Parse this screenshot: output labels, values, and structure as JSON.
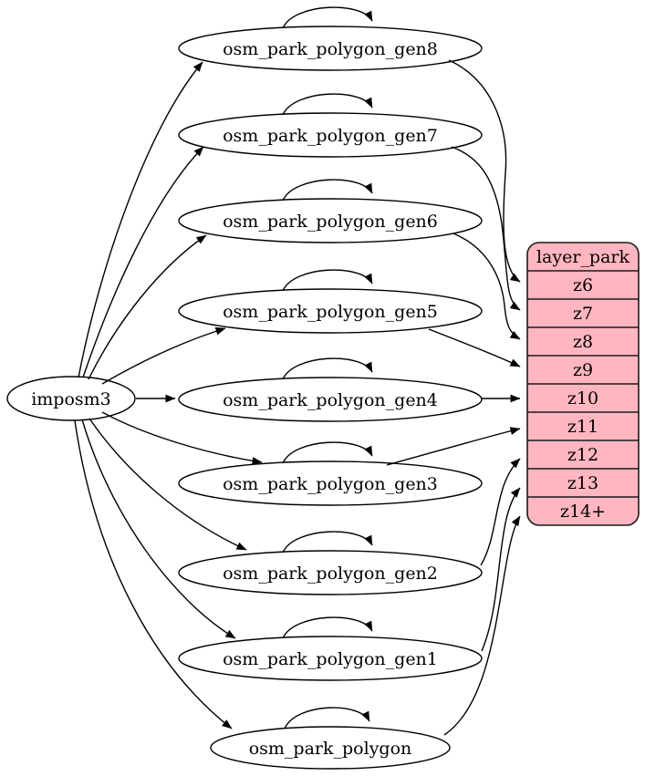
{
  "source_node": {
    "label": "imposm3"
  },
  "generated_tables": [
    {
      "label": "osm_park_polygon_gen8"
    },
    {
      "label": "osm_park_polygon_gen7"
    },
    {
      "label": "osm_park_polygon_gen6"
    },
    {
      "label": "osm_park_polygon_gen5"
    },
    {
      "label": "osm_park_polygon_gen4"
    },
    {
      "label": "osm_park_polygon_gen3"
    },
    {
      "label": "osm_park_polygon_gen2"
    },
    {
      "label": "osm_park_polygon_gen1"
    },
    {
      "label": "osm_park_polygon"
    }
  ],
  "layer_table": {
    "header": "layer_park",
    "rows": [
      "z6",
      "z7",
      "z8",
      "z9",
      "z10",
      "z11",
      "z12",
      "z13",
      "z14+"
    ]
  },
  "edges": {
    "from_source": [
      {
        "from": "imposm3",
        "to": "osm_park_polygon_gen8"
      },
      {
        "from": "imposm3",
        "to": "osm_park_polygon_gen7"
      },
      {
        "from": "imposm3",
        "to": "osm_park_polygon_gen6"
      },
      {
        "from": "imposm3",
        "to": "osm_park_polygon_gen5"
      },
      {
        "from": "imposm3",
        "to": "osm_park_polygon_gen4"
      },
      {
        "from": "imposm3",
        "to": "osm_park_polygon_gen3"
      },
      {
        "from": "imposm3",
        "to": "osm_park_polygon_gen2"
      },
      {
        "from": "imposm3",
        "to": "osm_park_polygon_gen1"
      },
      {
        "from": "imposm3",
        "to": "osm_park_polygon"
      }
    ],
    "self_loops": [
      "osm_park_polygon_gen8",
      "osm_park_polygon_gen7",
      "osm_park_polygon_gen6",
      "osm_park_polygon_gen5",
      "osm_park_polygon_gen4",
      "osm_park_polygon_gen3",
      "osm_park_polygon_gen2",
      "osm_park_polygon_gen1",
      "osm_park_polygon"
    ],
    "to_layer_rows": [
      {
        "from": "osm_park_polygon_gen8",
        "to": "z6"
      },
      {
        "from": "osm_park_polygon_gen7",
        "to": "z7"
      },
      {
        "from": "osm_park_polygon_gen6",
        "to": "z8"
      },
      {
        "from": "osm_park_polygon_gen5",
        "to": "z9"
      },
      {
        "from": "osm_park_polygon_gen4",
        "to": "z10"
      },
      {
        "from": "osm_park_polygon_gen3",
        "to": "z11"
      },
      {
        "from": "osm_park_polygon_gen2",
        "to": "z12"
      },
      {
        "from": "osm_park_polygon_gen1",
        "to": "z13"
      },
      {
        "from": "osm_park_polygon",
        "to": "z14+"
      }
    ]
  },
  "colors": {
    "background": "#ffffff",
    "node_fill": "#ffffff",
    "stroke": "#000000",
    "layer_table_fill": "#ffb6c1"
  }
}
